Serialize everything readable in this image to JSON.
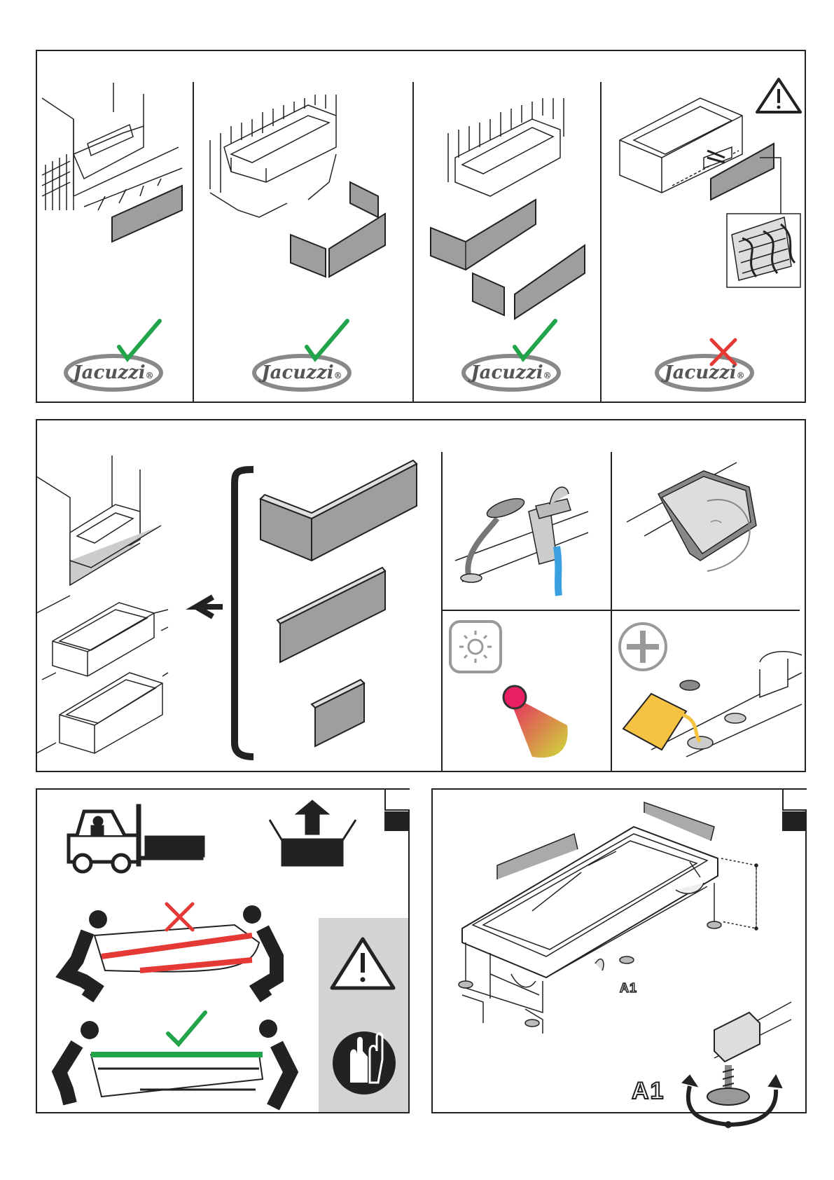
{
  "brand": {
    "logo_text": "Jacuzzi",
    "logo_mark": "®"
  },
  "colors": {
    "ok": "#22a44a",
    "no": "#e53935",
    "ink": "#222222",
    "grey": "#bdbdbd",
    "panel": "#9e9e9e",
    "water": "#3aa0e0"
  },
  "install_panel": {
    "cells": [
      {
        "status": "ok",
        "icon": "check-icon"
      },
      {
        "status": "ok",
        "icon": "check-icon"
      },
      {
        "status": "ok",
        "icon": "check-icon"
      },
      {
        "status": "no",
        "icon": "cross-icon"
      }
    ]
  },
  "parts_panel": {
    "icons": [
      "tap-icon",
      "headrest-icon",
      "light-icon",
      "plus-icon"
    ]
  },
  "handling_panel": {
    "icons": [
      "forklift-icon",
      "this-side-up-icon",
      "warning-icon",
      "gloves-icon"
    ]
  },
  "leveling_panel": {
    "foot_label_small": "A1",
    "foot_label_large": "A1"
  }
}
